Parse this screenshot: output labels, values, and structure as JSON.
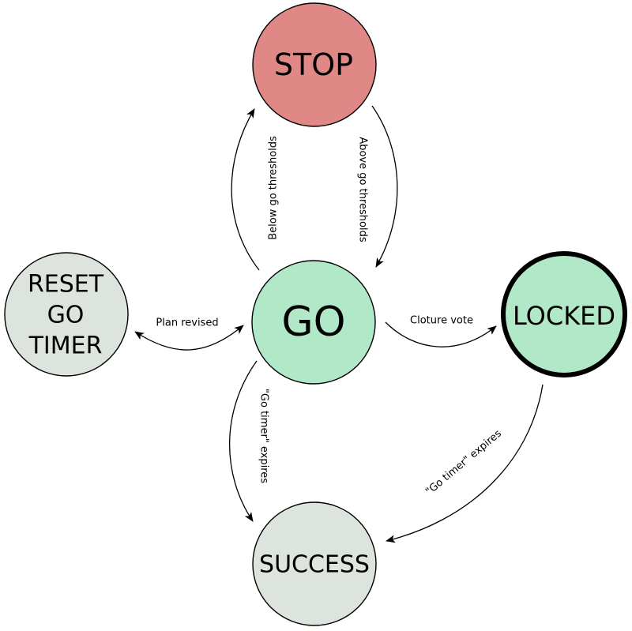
{
  "nodes": {
    "stop": {
      "label": "STOP",
      "color": "#df8886"
    },
    "go": {
      "label": "GO",
      "color": "#b0e8c8"
    },
    "locked": {
      "label": "LOCKED",
      "color": "#b0e8c8"
    },
    "reset": {
      "label_lines": [
        "RESET",
        "GO",
        "TIMER"
      ],
      "color": "#dde3dd"
    },
    "success": {
      "label": "SUCCESS",
      "color": "#dde3dd"
    }
  },
  "edges": {
    "go_to_stop": "Below go thresholds",
    "stop_to_go": "Above go thresholds",
    "go_reset": "Plan revised",
    "go_to_locked": "Cloture vote",
    "go_to_success": "\"Go timer\" expires",
    "locked_to_success": "\"Go timer\" expires"
  }
}
